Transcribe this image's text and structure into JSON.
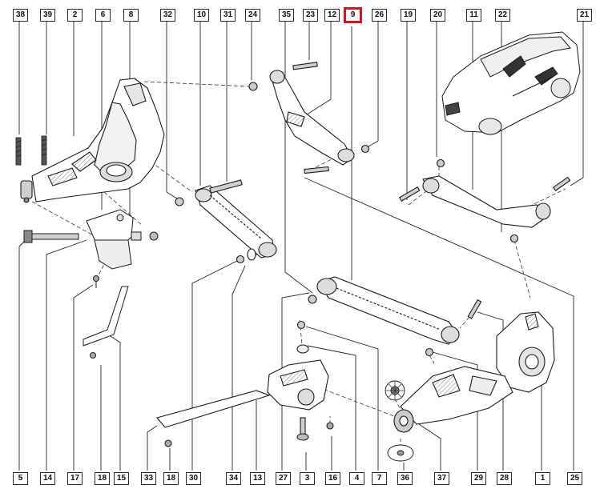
{
  "diagram": {
    "highlight_color": "#e0101a",
    "line_color": "#222222",
    "top_callouts": [
      "38",
      "39",
      "2",
      "6",
      "8",
      "32",
      "10",
      "31",
      "24",
      "35",
      "23",
      "12",
      "9",
      "26",
      "19",
      "20",
      "11",
      "22",
      "21"
    ],
    "bottom_callouts": [
      "5",
      "14",
      "17",
      "18",
      "15",
      "33",
      "18",
      "30",
      "34",
      "13",
      "27",
      "3",
      "16",
      "4",
      "7",
      "36",
      "37",
      "29",
      "28",
      "1",
      "25"
    ],
    "highlighted": "9",
    "inset": "vehicle-silhouette"
  }
}
